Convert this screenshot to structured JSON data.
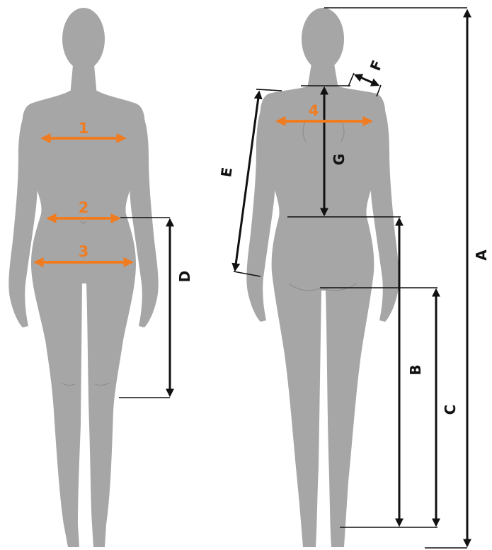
{
  "labels": {
    "front": {
      "m1": "1",
      "m2": "2",
      "m3": "3",
      "d": "D"
    },
    "back": {
      "a": "A",
      "b": "B",
      "c": "C",
      "e": "E",
      "f": "F",
      "g": "G",
      "m4": "4"
    }
  },
  "colors": {
    "figure": "#a6a6a6",
    "measure_line": "#111111",
    "circumference_arrow": "#f07c22",
    "background": "#ffffff"
  }
}
